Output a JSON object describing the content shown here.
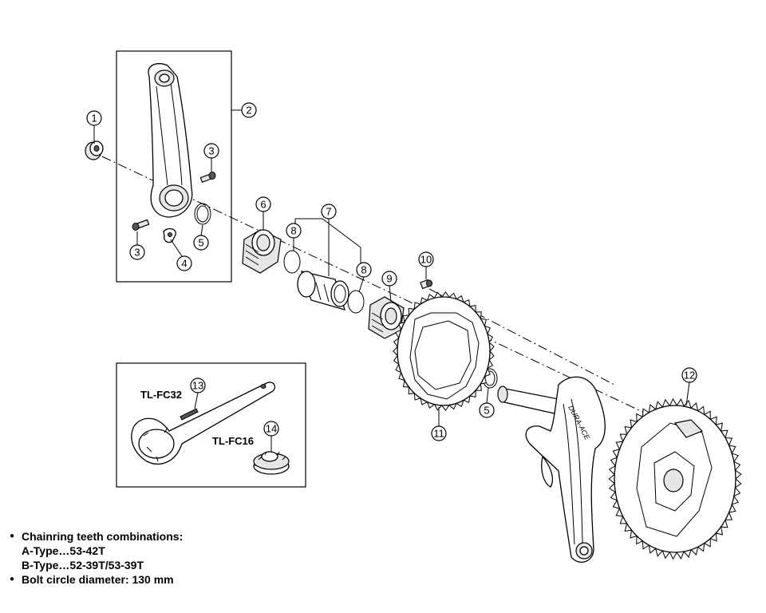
{
  "callouts": [
    "1",
    "2",
    "3",
    "3",
    "4",
    "5",
    "6",
    "7",
    "8",
    "8",
    "9",
    "10",
    "5",
    "11",
    "12",
    "13",
    "14"
  ],
  "tools": {
    "tl_fc32": "TL-FC32",
    "tl_fc16": "TL-FC16"
  },
  "crank_branding": "DURA-ACE",
  "notes": [
    {
      "bullet": "●",
      "text": "Chainring teeth combinations:"
    },
    {
      "bullet": "",
      "text": "A-Type…53-42T"
    },
    {
      "bullet": "",
      "text": "B-Type…52-39T/53-39T"
    },
    {
      "bullet": "●",
      "text": "Bolt circle diameter: 130 mm"
    }
  ]
}
